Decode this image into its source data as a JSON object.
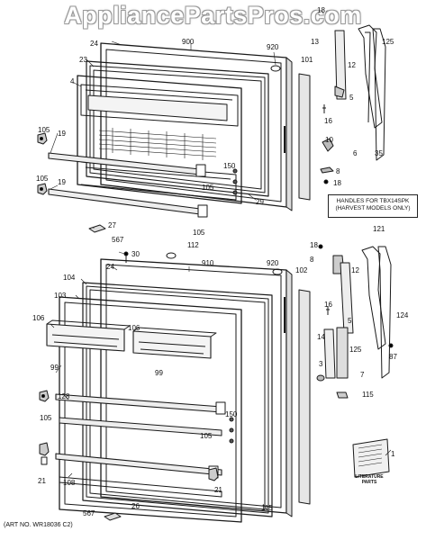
{
  "watermark": "AppliancePartsPros.com",
  "note": {
    "line1": "HANDLES FOR TBX14SPK",
    "line2": "(HARVEST MODELS ONLY)"
  },
  "art_number": "(ART NO. WR18036 C2)",
  "literature_label": {
    "line1": "LITERATURE",
    "line2": "PARTS"
  },
  "callouts": {
    "c18_top": "18",
    "c24_top": "24",
    "c900": "900",
    "c920_top": "920",
    "c13": "13",
    "c12": "12",
    "c125_top": "125",
    "c23": "23",
    "c101": "101",
    "c4": "4",
    "c5_top": "5",
    "c16_top": "16",
    "c105_a": "105",
    "c19_a": "19",
    "c10": "10",
    "c6": "6",
    "c35": "35",
    "c150_top": "150",
    "c105_b": "105",
    "c19_b": "19",
    "c105_c": "105",
    "c8_top": "8",
    "c18_mid": "18",
    "c29": "29",
    "c105_d": "105",
    "c27": "27",
    "c567_top": "567",
    "c112": "112",
    "c30": "30",
    "c18_low": "18",
    "c121": "121",
    "c24_low": "24",
    "c910": "910",
    "c920_low": "920",
    "c8_low": "8",
    "c104": "104",
    "c102": "102",
    "c12_low": "12",
    "c103": "103",
    "c106_a": "106",
    "c106_b": "106",
    "c16_low": "16",
    "c124": "124",
    "c5_low": "5",
    "c14": "14",
    "c99_a": "99",
    "c125_low": "125",
    "c87": "87",
    "c3": "3",
    "c99_b": "99",
    "c7": "7",
    "c105_e": "105",
    "c128": "128",
    "c150_low": "150",
    "c115_a": "115",
    "c105_f": "105",
    "c21_a": "21",
    "c108": "108",
    "c21_b": "21",
    "c1": "1",
    "c26": "26",
    "c567_low": "567",
    "c115_b": "115"
  }
}
